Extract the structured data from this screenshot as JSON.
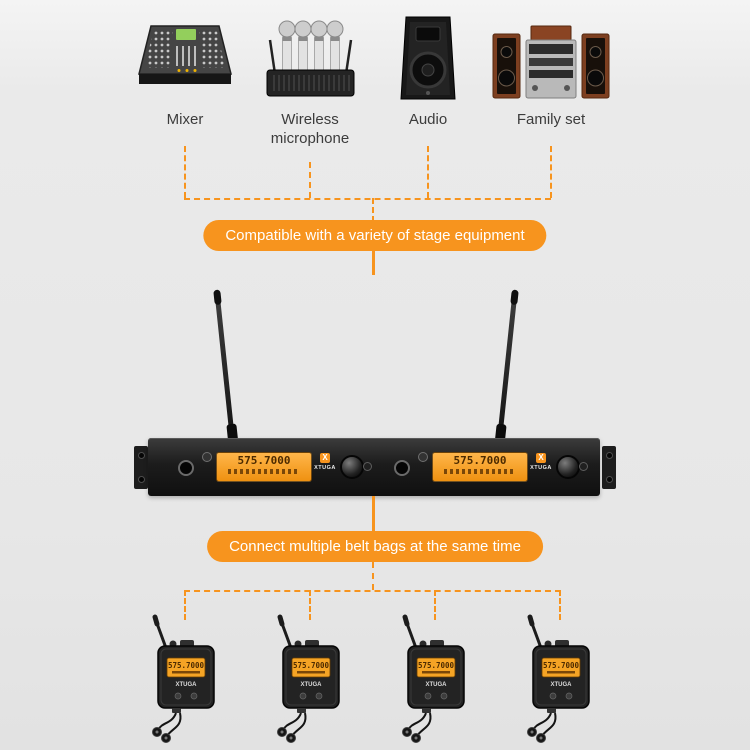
{
  "page": {
    "background": "#e7e7e7",
    "accent": "#f7941e"
  },
  "equipment": {
    "items": [
      {
        "id": "mixer",
        "label": "Mixer"
      },
      {
        "id": "wireless-microphone",
        "label": "Wireless microphone"
      },
      {
        "id": "audio",
        "label": "Audio"
      },
      {
        "id": "family-set",
        "label": "Family set"
      }
    ]
  },
  "banners": {
    "compatibility": "Compatible with a variety of stage equipment",
    "connection": "Connect multiple belt bags at the same time"
  },
  "receiver": {
    "brand": "XTUGA",
    "brand_x": "X",
    "channel_a_display": "575.7000",
    "channel_b_display": "575.7000"
  },
  "bodypack": {
    "count": 4,
    "display": "575.7000",
    "brand": "XTUGA"
  }
}
